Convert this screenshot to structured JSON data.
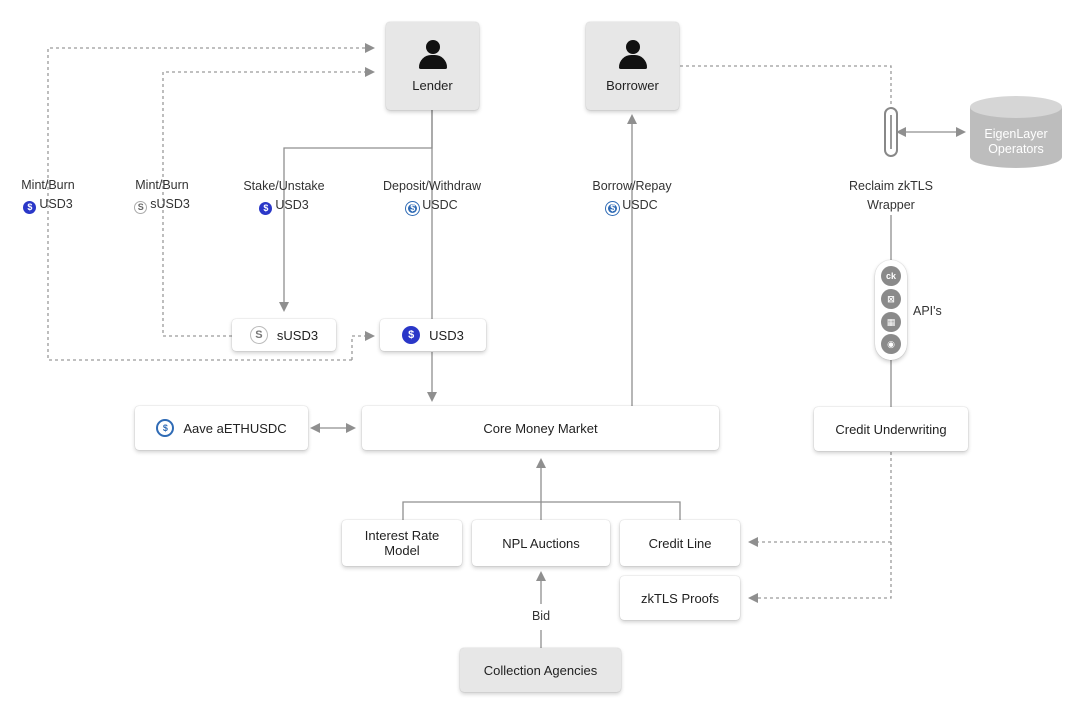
{
  "actors": {
    "lender": "Lender",
    "borrower": "Borrower"
  },
  "external": {
    "eigenlayer_operators": "EigenLayer Operators"
  },
  "labels": {
    "mint_burn_usd3_title": "Mint/Burn",
    "mint_burn_usd3_token": "USD3",
    "mint_burn_susd3_title": "Mint/Burn",
    "mint_burn_susd3_token": "sUSD3",
    "stake_unstake_title": "Stake/Unstake",
    "stake_unstake_token": "USD3",
    "deposit_withdraw_title": "Deposit/Withdraw",
    "deposit_withdraw_token": "USDC",
    "borrow_repay_title": "Borrow/Repay",
    "borrow_repay_token": "USDC",
    "reclaim_wrapper_line1": "Reclaim zkTLS",
    "reclaim_wrapper_line2": "Wrapper",
    "apis": "API's",
    "bid": "Bid"
  },
  "boxes": {
    "susd3": "sUSD3",
    "usd3": "USD3",
    "aave": "Aave aETHUSDC",
    "core_money_market": "Core Money Market",
    "credit_underwriting": "Credit Underwriting",
    "interest_rate_model": "Interest Rate Model",
    "npl_auctions": "NPL Auctions",
    "credit_line": "Credit Line",
    "zktls_proofs": "zkTLS Proofs",
    "collection_agencies": "Collection Agencies"
  },
  "api_icons": [
    "ck",
    "⊠",
    "▦",
    "◉"
  ],
  "colors": {
    "usd3_token": "#2a37c8",
    "usdc_token": "#2f6bb5",
    "connector": "#8f8f8f",
    "storage_cylinder": "#bdbdbd"
  }
}
